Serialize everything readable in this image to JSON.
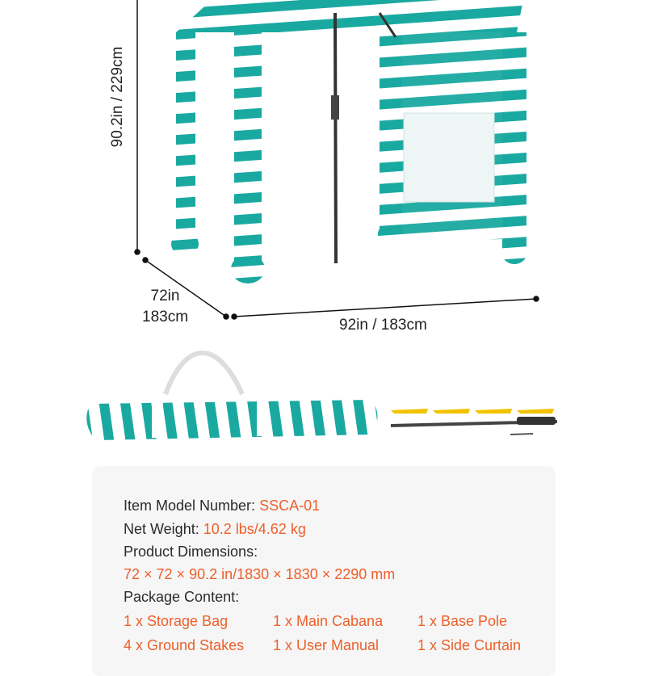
{
  "dimensions": {
    "height": "90.2in / 229cm",
    "depth_in": "72in",
    "depth_cm": "183cm",
    "width": "92in / 183cm"
  },
  "specs": {
    "model_label": "Item Model Number:",
    "model_value": "SSCA-01",
    "weight_label": "Net Weight:",
    "weight_value": "10.2 lbs/4.62 kg",
    "dimensions_label": "Product Dimensions:",
    "dimensions_value": "72 × 72 × 90.2 in/1830 × 1830 × 2290 mm",
    "package_label": "Package Content:",
    "package_items": [
      "1 x Storage Bag",
      "1 x Main Cabana",
      "1 x Base Pole",
      "4 x Ground Stakes",
      "1 x User Manual",
      "1 x Side Curtain"
    ]
  },
  "colors": {
    "accent": "#ee5f2a",
    "teal": "#1aa9a0",
    "card_bg": "#f6f6f6",
    "stake_yellow": "#f2c200"
  }
}
